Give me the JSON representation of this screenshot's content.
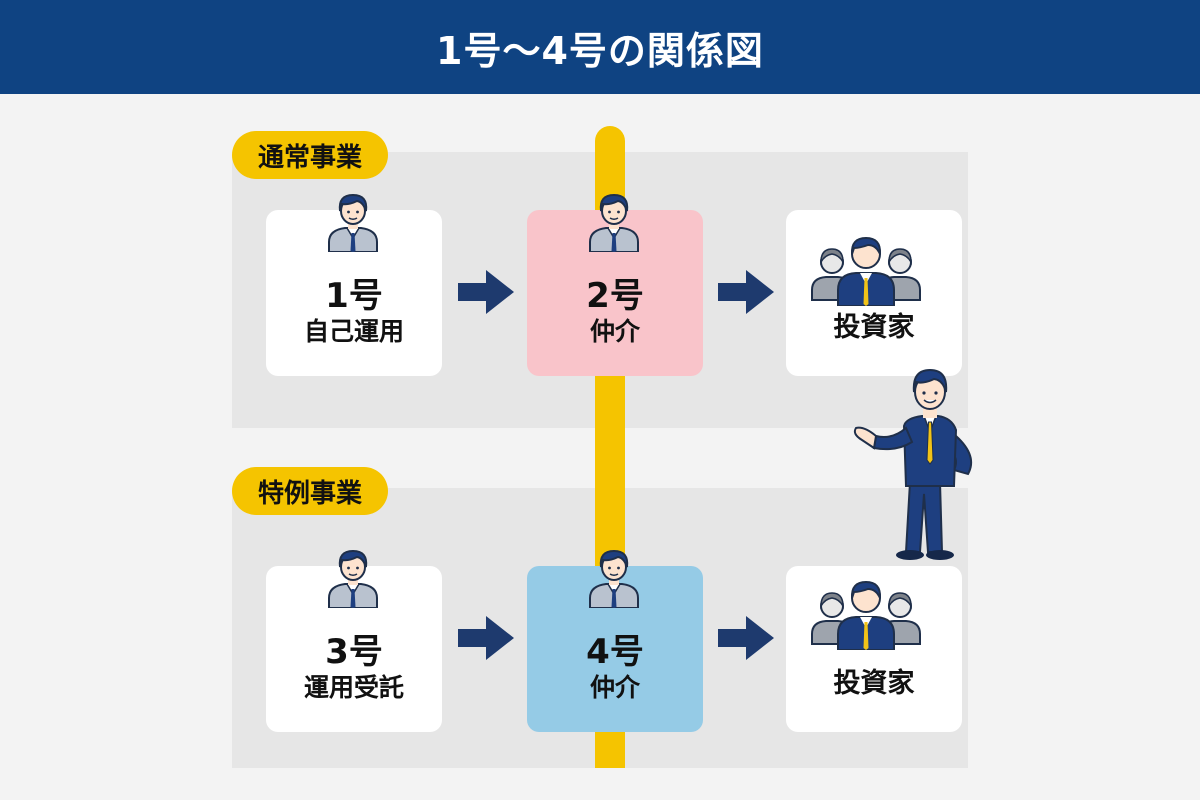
{
  "title": "1号〜4号の関係図",
  "sections": {
    "top": {
      "label": "通常事業"
    },
    "bottom": {
      "label": "特例事業"
    }
  },
  "cards": {
    "c1": {
      "number": "1号",
      "label": "自己運用"
    },
    "c2": {
      "number": "2号",
      "label": "仲介"
    },
    "c3": {
      "number": "3号",
      "label": "運用受託"
    },
    "c4": {
      "number": "4号",
      "label": "仲介"
    },
    "inv_top": {
      "label": "投資家"
    },
    "inv_bottom": {
      "label": "投資家"
    }
  },
  "colors": {
    "header_bg": "#0f4382",
    "accent_yellow": "#f5c400",
    "card_2_bg": "#f9c4ca",
    "card_4_bg": "#95cbe6",
    "arrow": "#1e3a6e",
    "suit_navy": "#1e3f80",
    "tie_gold": "#f2c318"
  },
  "icons": {
    "person": "businessman-bust-icon",
    "group": "investor-group-icon",
    "presenter": "presenting-businessman-illustration",
    "arrow": "right-arrow-icon"
  }
}
